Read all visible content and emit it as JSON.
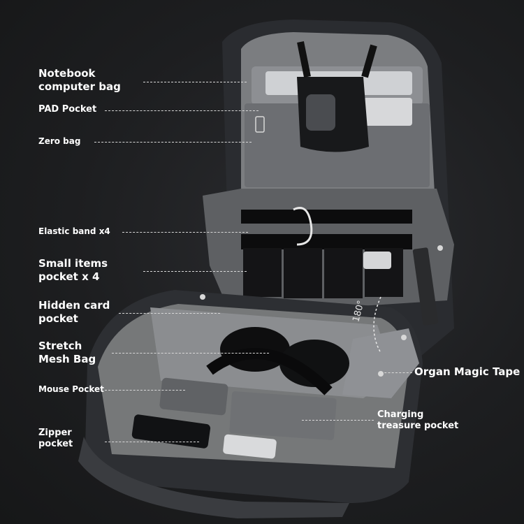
{
  "labels": {
    "notebook": "Notebook\ncomputer bag",
    "pad": "PAD Pocket",
    "zero": "Zero bag",
    "elastic": "Elastic band x4",
    "small_items": "Small items\npocket x 4",
    "hidden_card": "Hidden card\npocket",
    "stretch_mesh": "Stretch\nMesh Bag",
    "mouse": "Mouse Pocket",
    "zipper": "Zipper\npocket",
    "organ": "Organ Magic Tape",
    "charging": "Charging\ntreasure pocket"
  },
  "angle_label": "180°",
  "colors": {
    "background": "#1b1c1e",
    "lining": "#7b7d80",
    "lining_dark": "#5e6063",
    "shell": "#2a2c30",
    "strap": "#0c0c0d",
    "label_text": "#ffffff",
    "leader_line": "#d8d8d8"
  }
}
